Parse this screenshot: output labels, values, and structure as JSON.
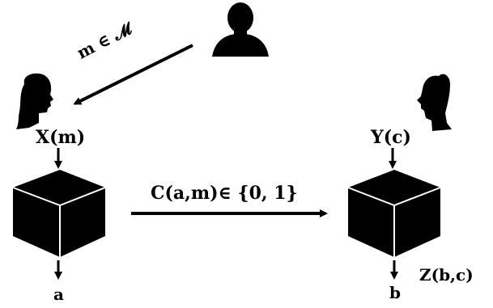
{
  "labels": {
    "message_in_space": "m ∈ 𝓜",
    "alice_measurement": "X(m)",
    "bob_measurement": "Y(c)",
    "communication": "C(a,m)∈ {0, 1}",
    "alice_output": "a",
    "bob_output": "b",
    "bob_decoder": "Z(b,c)"
  },
  "icons": {
    "referee": "person-silhouette-icon",
    "alice": "woman-head-icon",
    "bob": "man-head-icon",
    "alice_box": "cube-icon",
    "bob_box": "cube-icon"
  },
  "colors": {
    "ink": "#000000",
    "cube_edge": "#ffffff"
  }
}
